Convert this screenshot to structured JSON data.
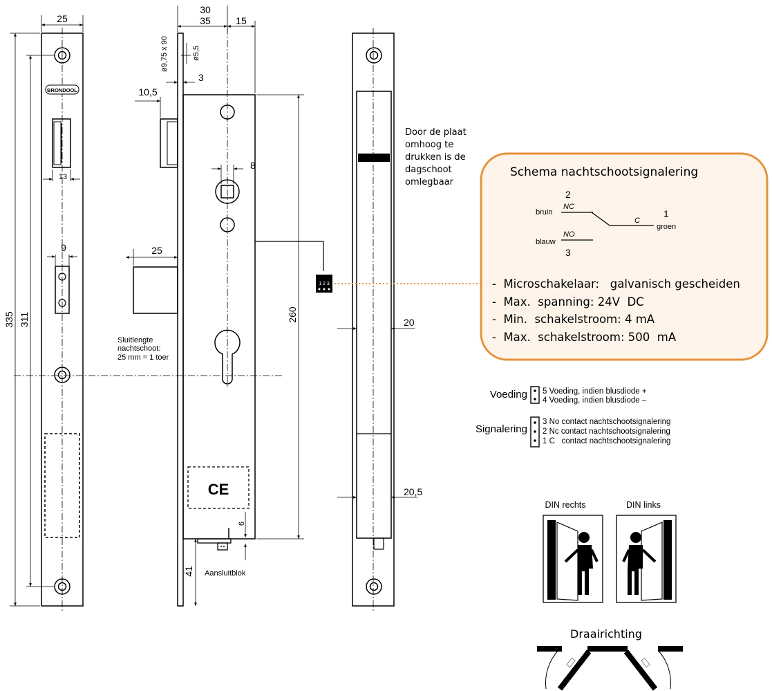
{
  "dimensions": {
    "faceplate_width": "25",
    "length_overall": "335",
    "length_hole_pitch": "311",
    "latch_slot_width": "13",
    "lower_slot_width": "9",
    "backset_30": "30",
    "backset_35": "35",
    "depth_15": "15",
    "screw_countersink": "ø9,75 x 90",
    "screw_hole": "ø5,5",
    "plate_thickness": "3",
    "latch_projection": "10,5",
    "spindle_square": "8",
    "deadbolt_width": "25",
    "case_height": "260",
    "bottom_offset": "6",
    "connector_height": "41",
    "strike_gap_20": "20",
    "strike_gap_20_5": "20,5"
  },
  "labels": {
    "brand": "BRONDOOL",
    "bolt_throw_1": "Sluitlengte",
    "bolt_throw_2": "nachtschoot:",
    "bolt_throw_3": "25 mm = 1 toer",
    "connector": "Aansluitblok",
    "ce_mark": "CE",
    "connector_pins": "1 2 3",
    "latch_note_1": "Door de plaat",
    "latch_note_2": "omhoog te",
    "latch_note_3": "drukken is de",
    "latch_note_4": "dagschoot",
    "latch_note_5": "omlegbaar"
  },
  "schema": {
    "title": "Schema nachtschootsignalering",
    "wire_bruin": "bruin",
    "wire_blauw": "blauw",
    "wire_groen": "groen",
    "pin_2": "2",
    "pin_1": "1",
    "pin_3": "3",
    "nc": "NC",
    "no": "NO",
    "c": "C",
    "specs": [
      "-  Microschakelaar:   galvanisch gescheiden",
      "-  Max.  spanning: 24V  DC",
      "-  Min.  schakelstroom: 4 mA",
      "-  Max.  schakelstroom: 500  mA"
    ],
    "accent_color": "#E8923A"
  },
  "legend": {
    "voeding_label": "Voeding",
    "voeding_items": [
      "5 Voeding, indien blusdiode +",
      "4 Voeding, indien blusdiode –"
    ],
    "signalering_label": "Signalering",
    "signalering_items": [
      "3 No contact nachtschootsignalering",
      "2 Nc contact nachtschootsignalering",
      "1 C   contact nachtschootsignalering"
    ]
  },
  "din": {
    "right": "DIN rechts",
    "left": "DIN links",
    "rotation": "Draairichting"
  }
}
